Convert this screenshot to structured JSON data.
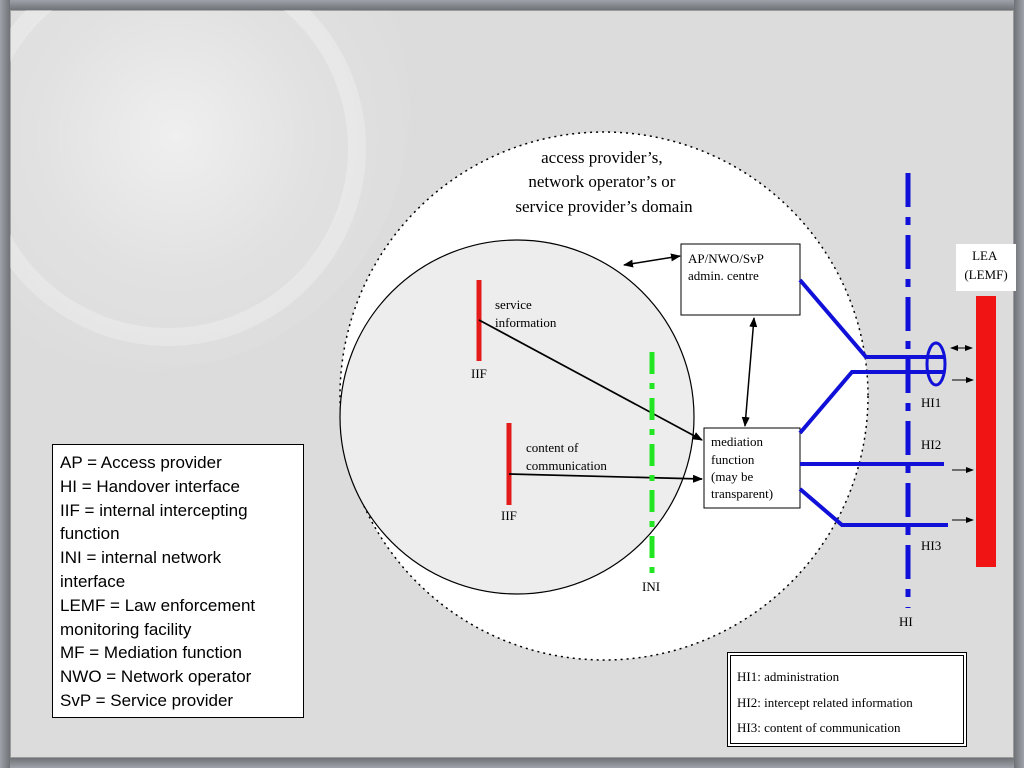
{
  "domain_title": [
    "access provider’s,",
    "network operator’s or",
    "service provider’s domain"
  ],
  "admin_centre": [
    "AP/NWO/SvP",
    "admin. centre"
  ],
  "service_information": [
    "service",
    "information"
  ],
  "content_of_communication": [
    "content of",
    "communication"
  ],
  "iif_label": "IIF",
  "ini_label": "INI",
  "mediation_function": [
    "mediation",
    "function",
    "(may be",
    "transparent)"
  ],
  "lea": [
    "LEA",
    "(LEMF)"
  ],
  "hi_labels": {
    "hi1": "HI1",
    "hi2": "HI2",
    "hi3": "HI3",
    "hi": "HI"
  },
  "abbreviations": [
    "AP = Access provider",
    "HI = Handover interface",
    "IIF = internal intercepting",
    "function",
    "INI = internal network",
    "interface",
    "LEMF = Law enforcement",
    "monitoring facility",
    "MF = Mediation function",
    "NWO = Network operator",
    "SvP = Service provider"
  ],
  "hi_legend": [
    "HI1: administration",
    "HI2: intercept related information",
    "HI3: content of communication"
  ],
  "colors": {
    "iif_red": "#e31b1b",
    "ini_green": "#22e622",
    "hi_blue": "#1010d8",
    "lea_red": "#f01414"
  }
}
